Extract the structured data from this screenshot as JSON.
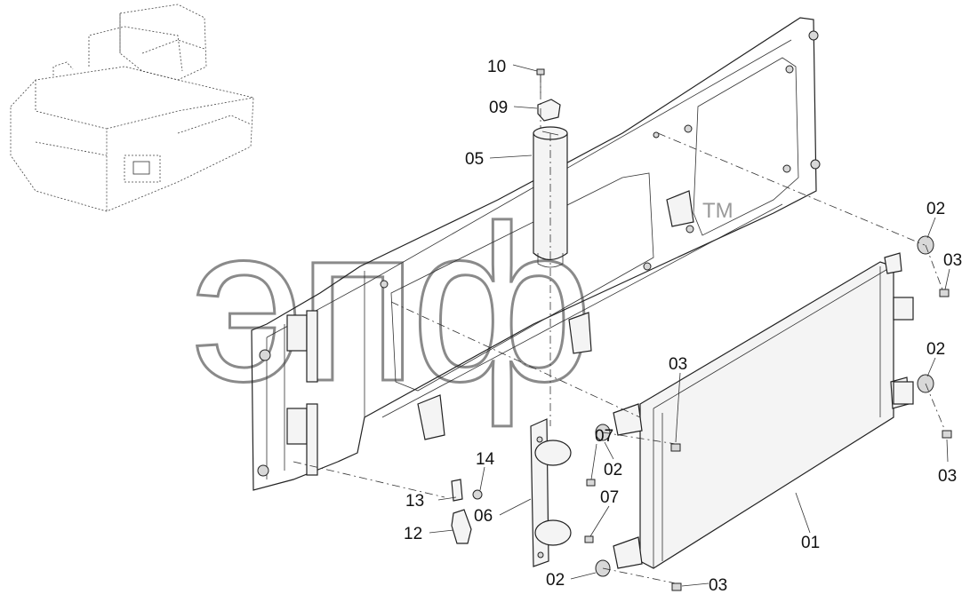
{
  "watermark": {
    "text": "эпф",
    "trademark": "TM"
  },
  "callouts": {
    "c10": "10",
    "c09": "09",
    "c05": "05",
    "c02_a": "02",
    "c03_a": "03",
    "c02_b": "02",
    "c03_b": "03",
    "c03_c": "03",
    "c07_a": "07",
    "c02_c": "02",
    "c14": "14",
    "c13": "13",
    "c06": "06",
    "c07_b": "07",
    "c12": "12",
    "c01": "01",
    "c02_d": "02",
    "c03_d": "03"
  }
}
